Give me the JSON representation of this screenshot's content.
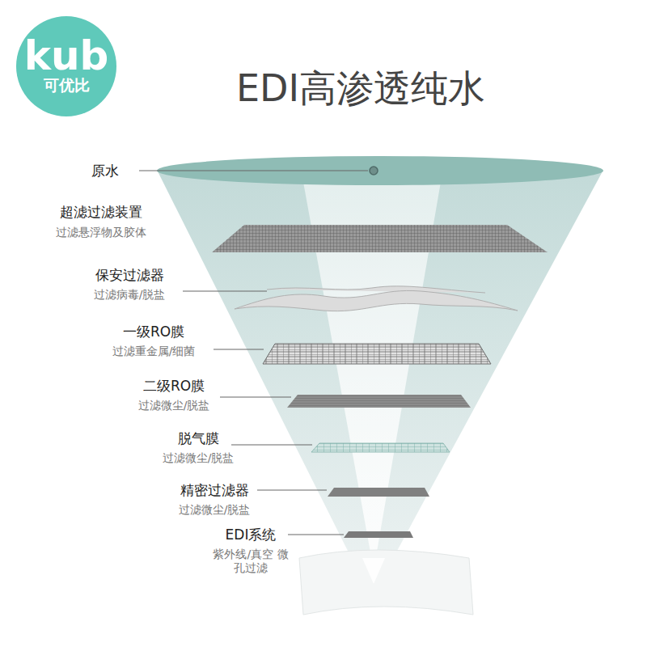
{
  "diagram": {
    "title": "EDI高渗透纯水",
    "nodes": [
      {
        "text": [
          "kub",
          "可优比"
        ]
      }
    ],
    "labels": [
      "原水",
      "超滤过滤装置",
      "过滤悬浮物及胶体",
      "保安过滤器",
      "过滤病毒/脱盐",
      "一级RO膜",
      "过滤重金属/细菌",
      "二级RO膜",
      "过滤微尘/脱盐",
      "脱气膜",
      "过滤微尘/脱盐",
      "精密过滤器",
      "过滤微尘/脱盐",
      "EDI系统",
      "紫外线/真空 微孔过滤"
    ]
  }
}
